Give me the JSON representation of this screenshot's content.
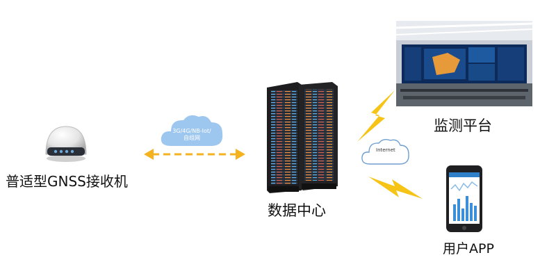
{
  "nodes": {
    "receiver": {
      "label": "普适型GNSS接收机"
    },
    "datacenter": {
      "label": "数据中心"
    },
    "monitor": {
      "label": "监测平台"
    },
    "app": {
      "label": "用户APP"
    }
  },
  "links": {
    "network": {
      "line1": "3G/4G/NB-Iot/",
      "line2": "自组网"
    },
    "internet": {
      "label": "Internet"
    }
  },
  "colors": {
    "arrow": "#f5b21f",
    "cloud": "#9ec7ef",
    "lightning": "#f6c417",
    "rack": "#1d1d1f"
  }
}
